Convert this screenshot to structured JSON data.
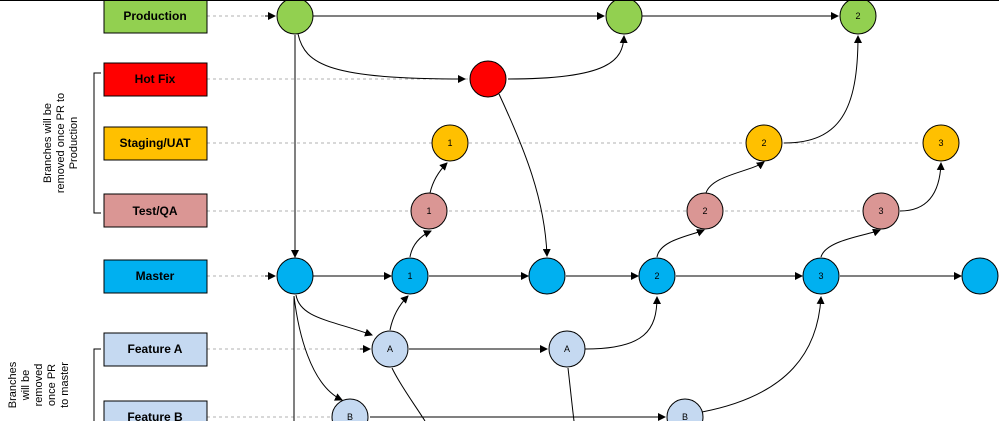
{
  "lanes": {
    "production": {
      "label": "Production",
      "color": "#92d050"
    },
    "hotfix": {
      "label": "Hot Fix",
      "color": "#ff0000"
    },
    "staging": {
      "label": "Staging/UAT",
      "color": "#ffc000"
    },
    "test": {
      "label": "Test/QA",
      "color": "#da9694"
    },
    "master": {
      "label": "Master",
      "color": "#00b0f0"
    },
    "feature_a": {
      "label": "Feature A",
      "color": "#c5d9f1"
    },
    "feature_b": {
      "label": "Feature B",
      "color": "#c5d9f1"
    }
  },
  "notes": {
    "release_branches": [
      "Branches will be",
      "removed once PR to",
      "Production"
    ],
    "feature_branches": [
      "Branches",
      "will be",
      "removed",
      "once PR",
      "to master"
    ]
  },
  "nodes": {
    "prod_2": "2",
    "staging_1": "1",
    "staging_2": "2",
    "staging_3": "3",
    "test_1": "1",
    "test_2": "2",
    "test_3": "3",
    "master_1": "1",
    "master_2": "2",
    "master_3": "3",
    "fa_1": "A",
    "fa_2": "A",
    "fb_1": "B",
    "fb_2": "B"
  }
}
